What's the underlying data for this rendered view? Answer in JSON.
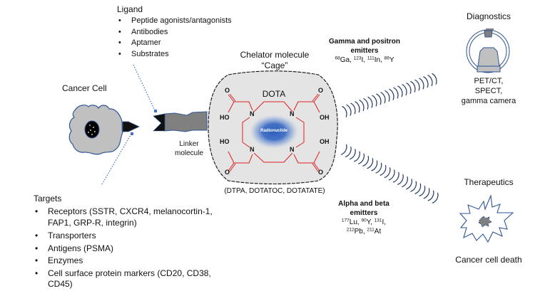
{
  "ligand": {
    "title": "Ligand",
    "items": [
      "Peptide agonists/antagonists",
      "Antibodies",
      "Aptamer",
      "Substrates"
    ]
  },
  "chelator": {
    "title_line1": "Chelator molecule",
    "title_line2": "“Cage”",
    "molecule_name": "DOTA",
    "core_label": "Radionuclide",
    "alternatives": "(DTPA, DOTATOC, DOTATATE)",
    "atoms": {
      "nitrogen": "N",
      "oxygen": "O",
      "hydroxyl_left": "HO",
      "hydroxyl_right": "OH"
    },
    "bond_color": "#e02020",
    "cage_fill": "#e4e4e4"
  },
  "cancer_cell": {
    "label": "Cancer Cell"
  },
  "linker": {
    "line1": "Linker",
    "line2": "molecule"
  },
  "gamma_emitters": {
    "title_line1": "Gamma and positron",
    "title_line2": "emitters",
    "isotopes": [
      {
        "mass": "68",
        "symbol": "Ga"
      },
      {
        "mass": "123",
        "symbol": "I"
      },
      {
        "mass": "111",
        "symbol": "In"
      },
      {
        "mass": "86",
        "symbol": "Y"
      }
    ]
  },
  "alpha_beta_emitters": {
    "title_line1": "Alpha and beta",
    "title_line2": "emitters",
    "isotopes": [
      {
        "mass": "177",
        "symbol": "Lu"
      },
      {
        "mass": "90",
        "symbol": "Y"
      },
      {
        "mass": "131",
        "symbol": "I"
      },
      {
        "mass": "212",
        "symbol": "Pb"
      },
      {
        "mass": "211",
        "symbol": "At"
      }
    ]
  },
  "diagnostics": {
    "title": "Diagnostics",
    "lines": [
      "PET/CT,",
      "SPECT,",
      "gamma camera"
    ]
  },
  "therapeutics": {
    "title": "Therapeutics",
    "caption": "Cancer cell death"
  },
  "targets": {
    "title": "Targets",
    "items": [
      "Receptors (SSTR, CXCR4, melanocortin-1, FAP1, GRP-R, integrin)",
      "Transporters",
      "Antigens (PSMA)",
      "Enzymes",
      "Cell surface protein markers (CD20, CD38, CD45)"
    ]
  },
  "colors": {
    "outline_blue": "#2f5597",
    "wave_navy": "#1f3864",
    "arrow_blue": "#4472c4",
    "cell_gray": "#c0c0c0",
    "linker_gray": "#808080"
  }
}
